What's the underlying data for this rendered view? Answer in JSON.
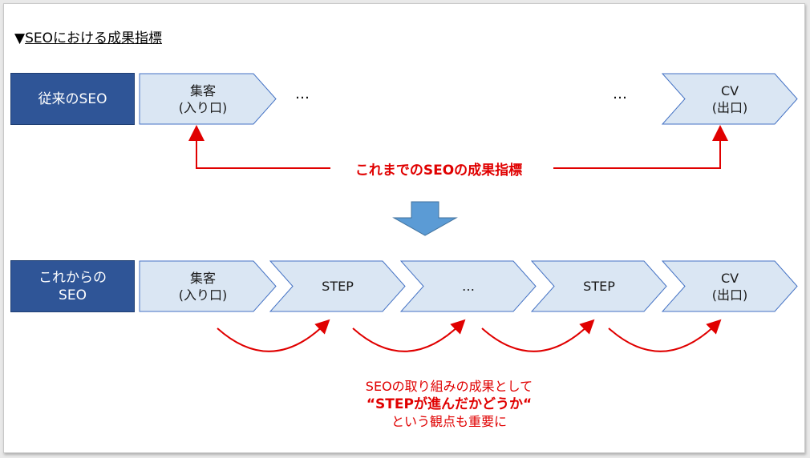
{
  "heading": {
    "marker": "▼",
    "title": "SEOにおける成果指標"
  },
  "top_row": {
    "label": "従来のSEO",
    "first_step": {
      "line1": "集客",
      "line2": "(入り口)"
    },
    "ellipsis_left": "…",
    "ellipsis_right": "…",
    "last_step": {
      "line1": "CV",
      "line2": "(出口)"
    }
  },
  "red_label": "これまでのSEOの成果指標",
  "bottom_row": {
    "label_line1": "これからの",
    "label_line2": "SEO",
    "steps": [
      {
        "line1": "集客",
        "line2": "(入り口)"
      },
      {
        "line1": "STEP",
        "line2": ""
      },
      {
        "line1": "…",
        "line2": ""
      },
      {
        "line1": "STEP",
        "line2": ""
      },
      {
        "line1": "CV",
        "line2": "(出口)"
      }
    ]
  },
  "note": {
    "line1": "SEOの取り組みの成果として",
    "line2": "“STEPが進んだかどうか“",
    "line3": "という観点も重要に"
  },
  "colors": {
    "label_fill": "#2f5597",
    "chevron_fill": "#dae6f3",
    "chevron_stroke": "#4472c4",
    "accent_red": "#e00000",
    "down_arrow": "#5b9bd5"
  }
}
